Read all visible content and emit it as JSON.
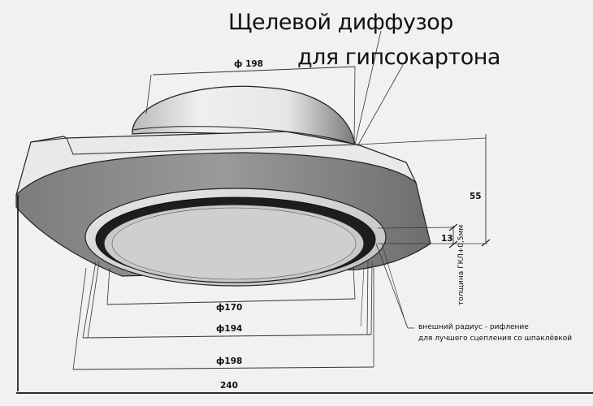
{
  "title": {
    "line1": "Щелевой диффузор",
    "line2": "для гипсокартона"
  },
  "dimensions": {
    "top_collar_diameter": "ф 198",
    "inner_opening": "ф170",
    "slot_diameter": "ф194",
    "outer_ring_diameter": "ф198",
    "overall_width": "240",
    "height": "55",
    "flange_thickness": "13",
    "drywall_thickness_note": "толщина ГКЛ+0,5мм"
  },
  "annotations": {
    "callout_line1": "внешний радиус - рифление",
    "callout_line2": "для лучшего сцепления со шпаклёвкой"
  }
}
